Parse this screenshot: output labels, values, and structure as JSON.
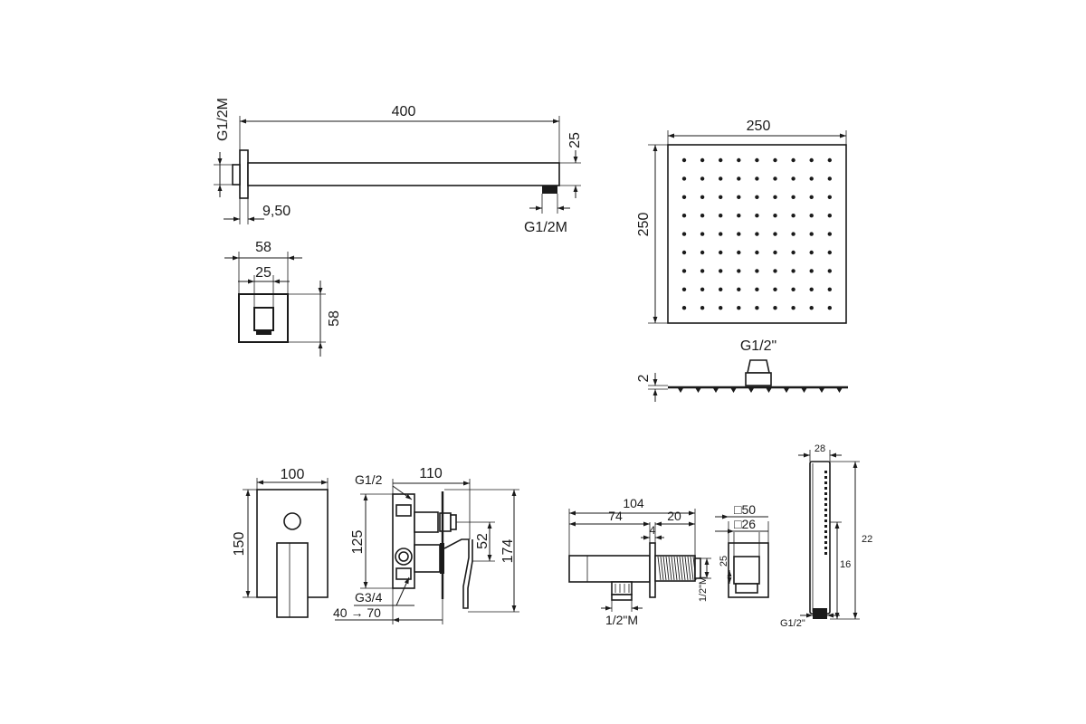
{
  "shower_arm": {
    "length": "400",
    "thread_wall": "G1/2M",
    "height": "25",
    "wall_offset": "9,50",
    "thread_outlet": "G1/2M"
  },
  "wall_flange": {
    "outer_width": "58",
    "inner_width": "25",
    "height": "58"
  },
  "shower_head": {
    "width": "250",
    "height": "250",
    "thread": "G1/2\"",
    "thickness": "2"
  },
  "mixer_plate": {
    "width": "100",
    "height": "150"
  },
  "mixer_body": {
    "inlet_thread": "G1/2",
    "depth": "110",
    "body_height": "125",
    "outlet_spacing": "52",
    "overall_height": "174",
    "outlet_thread": "G3/4",
    "embed_range": "40 → 70"
  },
  "wall_outlet": {
    "overall_length": "104",
    "body_length": "74",
    "thread_length": "20",
    "flange_thickness": "4",
    "side_thread": "1/2\"M",
    "bottom_thread": "1/2\"M",
    "square_outer": "□50",
    "square_inner": "□26",
    "outlet_height": "25"
  },
  "hand_shower": {
    "width": "28",
    "length": "22",
    "handle": "16",
    "thread": "G1/2\""
  },
  "markers": {
    "arrow_color": "#1a1a1a",
    "line_color": "#1a1a1a"
  }
}
